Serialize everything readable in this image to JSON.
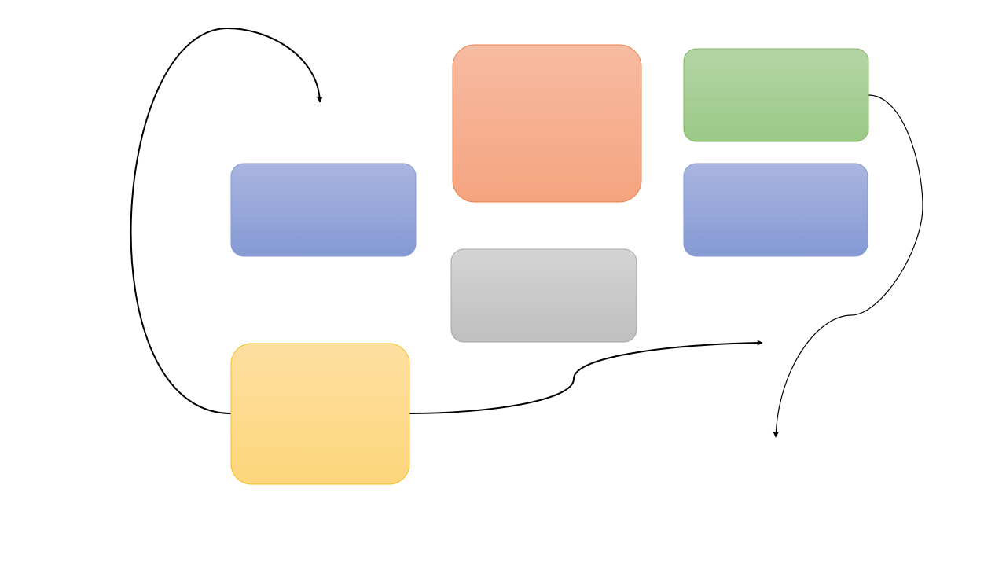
{
  "diagram": {
    "shapes": [
      {
        "name": "blue-box-left",
        "fill_top": "#aab5e0",
        "fill_bottom": "#8499d4",
        "stroke": "#8499d4"
      },
      {
        "name": "orange-box",
        "fill_top": "#f6bba1",
        "fill_bottom": "#f6a480",
        "stroke": "#e8804a"
      },
      {
        "name": "green-box",
        "fill_top": "#b4d5a6",
        "fill_bottom": "#9bc986",
        "stroke": "#82b366"
      },
      {
        "name": "blue-box-right",
        "fill_top": "#aab5e0",
        "fill_bottom": "#8499d4",
        "stroke": "#8499d4"
      },
      {
        "name": "gray-box",
        "fill_top": "#d4d4d4",
        "fill_bottom": "#bfbfbf",
        "stroke": "#a6a6a6"
      },
      {
        "name": "yellow-box",
        "fill_top": "#fddfa0",
        "fill_bottom": "#fdd57b",
        "stroke": "#f0c020"
      }
    ],
    "connectors": [
      {
        "name": "connector-yellow-to-top",
        "color": "#000000"
      },
      {
        "name": "connector-yellow-to-right",
        "color": "#000000"
      },
      {
        "name": "connector-green-to-bottom",
        "color": "#000000"
      }
    ]
  }
}
